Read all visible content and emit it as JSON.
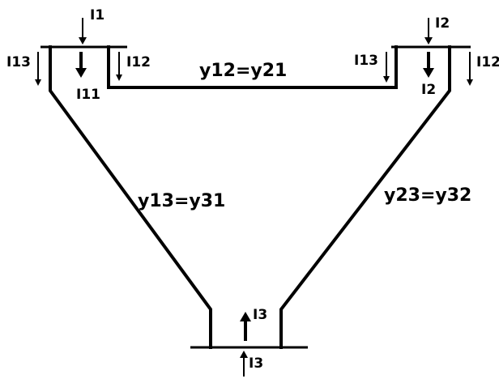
{
  "bus1": {
    "injection": "I1",
    "self_current": "I11",
    "left_current": "I13",
    "right_current": "I12"
  },
  "bus2": {
    "injection": "I2",
    "self_current": "I2",
    "left_current": "I13",
    "right_current": "I12"
  },
  "bus3": {
    "upper_current": "I3",
    "injection": "I3"
  },
  "lines": {
    "line12": "y12=y21",
    "line13": "y13=y31",
    "line23": "y23=y32"
  }
}
